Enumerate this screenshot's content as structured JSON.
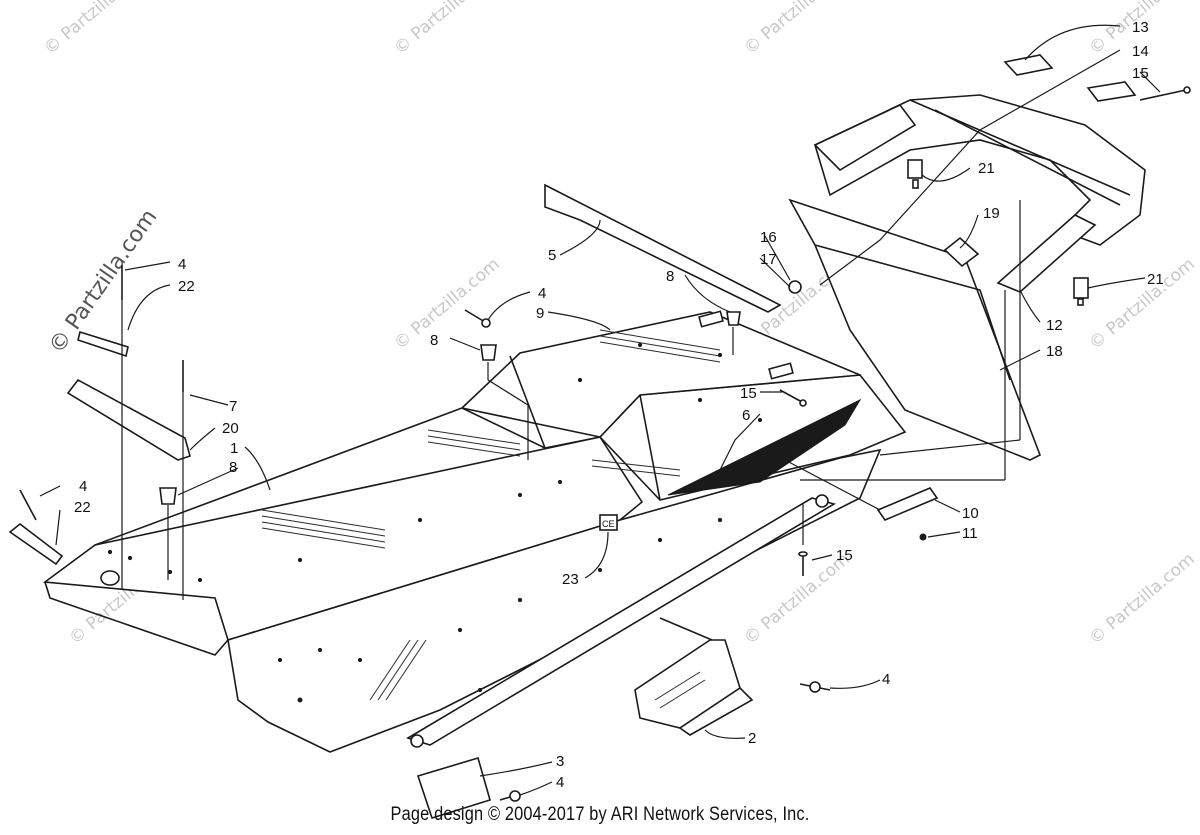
{
  "footer": {
    "copyright": "Page design © 2004-2017 by ARI Network Services, Inc."
  },
  "watermark": {
    "text": "© Partzilla.com"
  },
  "ce_mark": "CE",
  "callouts": [
    {
      "id": "c13",
      "label": "13"
    },
    {
      "id": "c14",
      "label": "14"
    },
    {
      "id": "c15a",
      "label": "15"
    },
    {
      "id": "c21a",
      "label": "21"
    },
    {
      "id": "c5",
      "label": "5"
    },
    {
      "id": "c16",
      "label": "16"
    },
    {
      "id": "c17",
      "label": "17"
    },
    {
      "id": "c19",
      "label": "19"
    },
    {
      "id": "c21b",
      "label": "21"
    },
    {
      "id": "c4a",
      "label": "4"
    },
    {
      "id": "c22a",
      "label": "22"
    },
    {
      "id": "c8a",
      "label": "8"
    },
    {
      "id": "c4b",
      "label": "4"
    },
    {
      "id": "c9",
      "label": "9"
    },
    {
      "id": "c12",
      "label": "12"
    },
    {
      "id": "c18",
      "label": "18"
    },
    {
      "id": "c8b",
      "label": "8"
    },
    {
      "id": "c15b",
      "label": "15"
    },
    {
      "id": "c6",
      "label": "6"
    },
    {
      "id": "c7",
      "label": "7"
    },
    {
      "id": "c20",
      "label": "20"
    },
    {
      "id": "c1",
      "label": "1"
    },
    {
      "id": "c8c",
      "label": "8"
    },
    {
      "id": "c4c",
      "label": "4"
    },
    {
      "id": "c22b",
      "label": "22"
    },
    {
      "id": "c10",
      "label": "10"
    },
    {
      "id": "c11",
      "label": "11"
    },
    {
      "id": "c15c",
      "label": "15"
    },
    {
      "id": "c23",
      "label": "23"
    },
    {
      "id": "c4d",
      "label": "4"
    },
    {
      "id": "c2",
      "label": "2"
    },
    {
      "id": "c3",
      "label": "3"
    },
    {
      "id": "c4e",
      "label": "4"
    }
  ]
}
